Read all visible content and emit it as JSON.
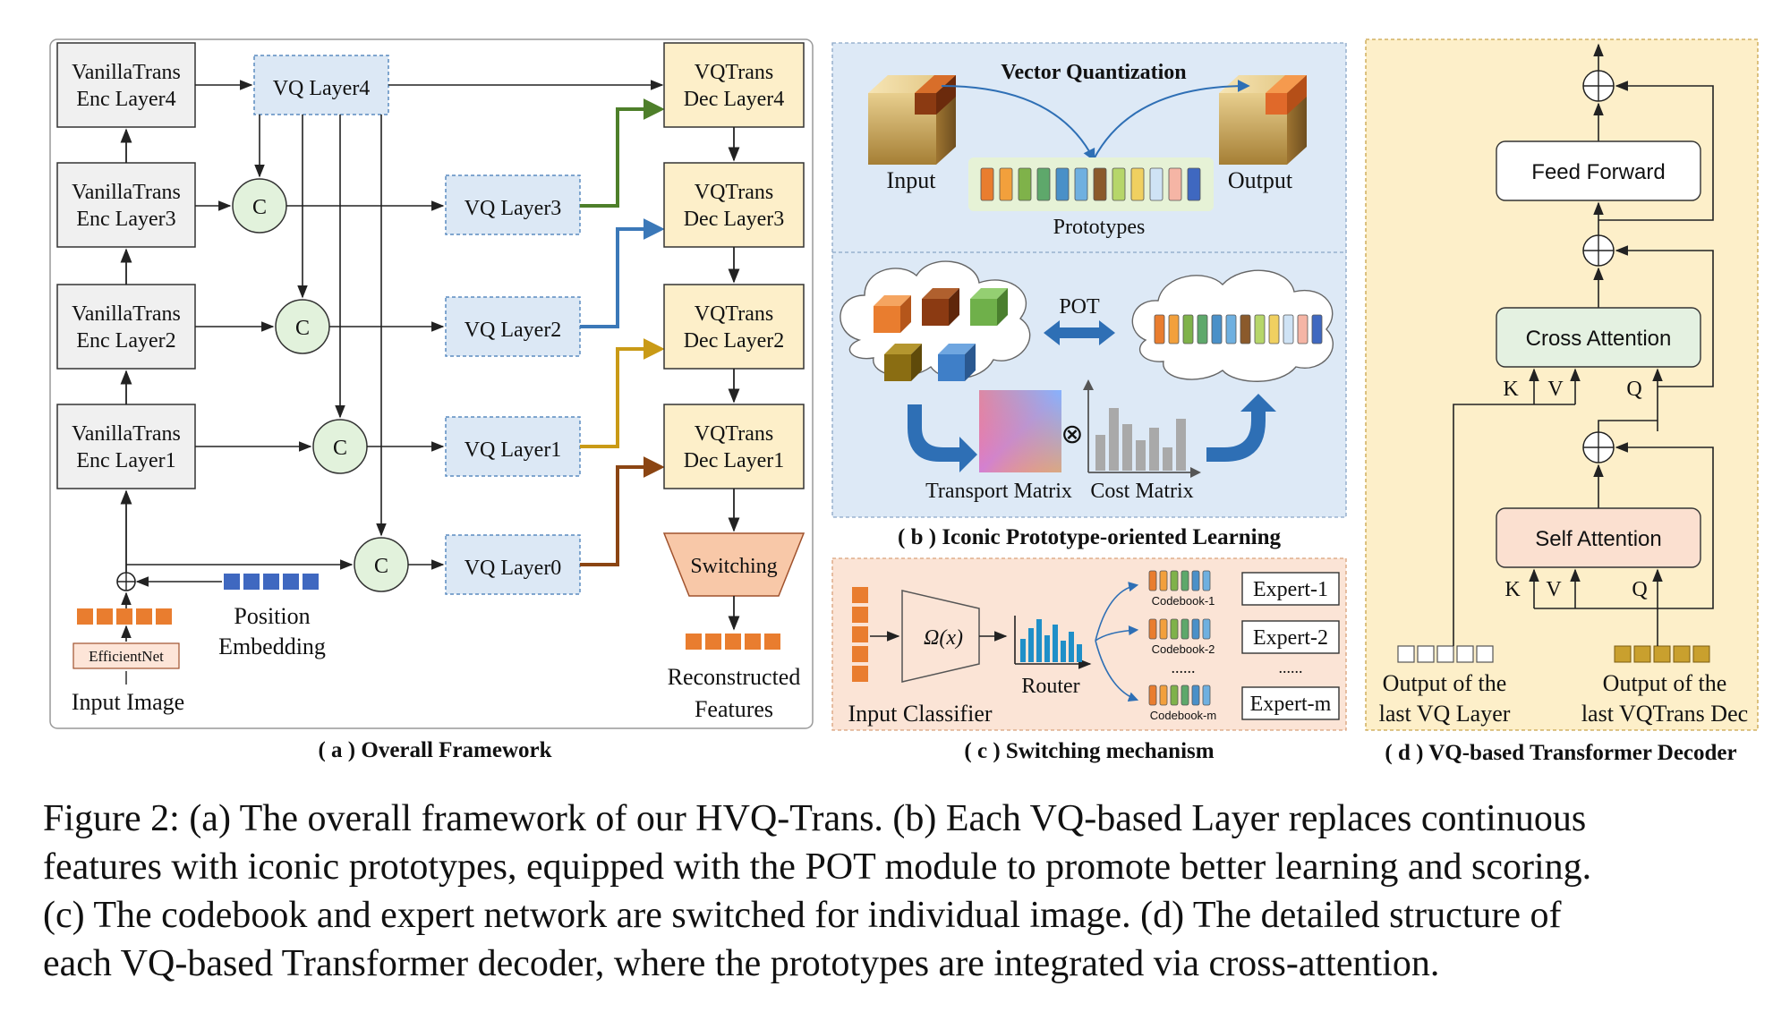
{
  "panel_a": {
    "title": "( a ) Overall Framework",
    "enc_layers": [
      "VanillaTrans\nEnc Layer4",
      "VanillaTrans\nEnc Layer3",
      "VanillaTrans\nEnc Layer2",
      "VanillaTrans\nEnc Layer1"
    ],
    "vq_layers": [
      "VQ Layer4",
      "VQ Layer3",
      "VQ Layer2",
      "VQ Layer1",
      "VQ Layer0"
    ],
    "dec_layers": [
      "VQTrans\nDec Layer4",
      "VQTrans\nDec Layer3",
      "VQTrans\nDec Layer2",
      "VQTrans\nDec Layer1"
    ],
    "concat_symbol": "C",
    "switching": "Switching",
    "position_embedding": "Position\nEmbedding",
    "efficientnet": "EfficientNet",
    "input_image": "Input Image",
    "reconstructed": "Reconstructed\nFeatures"
  },
  "panel_b": {
    "title": "( b ) Iconic Prototype-oriented Learning",
    "vector_quantization": "Vector Quantization",
    "input": "Input",
    "output": "Output",
    "prototypes": "Prototypes",
    "pot": "POT",
    "transport_matrix": "Transport Matrix",
    "cost_matrix": "Cost Matrix",
    "otimes": "⊗"
  },
  "panel_c": {
    "title": "( c ) Switching mechanism",
    "omega": "Ω(x)",
    "input_classifier": "Input Classifier",
    "router": "Router",
    "codebooks": [
      "Codebook-1",
      "Codebook-2",
      "Codebook-m"
    ],
    "experts": [
      "Expert-1",
      "Expert-2",
      "Expert-m"
    ],
    "dots": "......"
  },
  "panel_d": {
    "title": "( d ) VQ-based Transformer Decoder",
    "feed_forward": "Feed Forward",
    "cross_attention": "Cross Attention",
    "self_attention": "Self Attention",
    "k": "K",
    "v": "V",
    "q": "Q",
    "plus": "+",
    "out_vq": "Output of the\nlast VQ Layer",
    "out_dec": "Output of the\nlast VQTrans Dec"
  },
  "caption": [
    "Figure 2: (a) The overall framework of our HVQ-Trans. (b) Each VQ-based Layer replaces continuous",
    "features with iconic prototypes, equipped with the POT module to promote better learning and scoring.",
    "(c) The codebook and expert network are switched for individual image. (d) The detailed structure of",
    "each VQ-based Transformer decoder, where the prototypes are integrated via cross-attention."
  ],
  "colors": {
    "enc_fill": "#f0f0f0",
    "vq_fill": "#dce8f5",
    "dec_fill": "#fdefc9",
    "concat_fill": "#e2f2dc",
    "switch_fill": "#f8c8a8",
    "panel_b_bg": "#dde9f6",
    "panel_c_bg": "#fbe4d6",
    "panel_d_bg": "#fdefc9",
    "arrow_green": "#4e7f2a",
    "arrow_blue": "#3b78b8",
    "arrow_gold": "#c99a16",
    "arrow_brown": "#8b4513",
    "orange_token": "#e97d2f",
    "blue_token": "#3f68c0"
  }
}
